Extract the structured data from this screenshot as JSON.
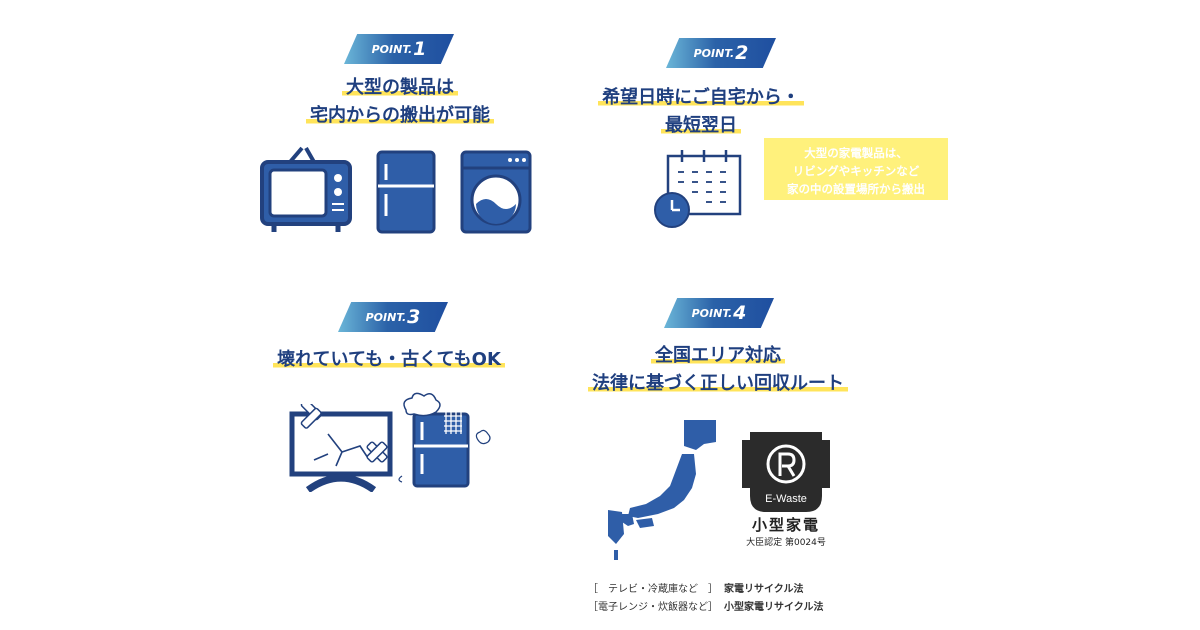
{
  "points": [
    {
      "label": "POINT.",
      "number": "1",
      "lines": [
        "大型の製品は",
        "宅内からの搬出が可能"
      ]
    },
    {
      "label": "POINT.",
      "number": "2",
      "lines": [
        "希望日時にご自宅から・",
        "最短翌日"
      ]
    },
    {
      "label": "POINT.",
      "number": "3",
      "lines": [
        "壊れていても・古くてもOK"
      ]
    },
    {
      "label": "POINT.",
      "number": "4",
      "lines": [
        "全国エリア対応",
        "法律に基づく正しい回収ルート"
      ]
    }
  ],
  "note": {
    "lines": [
      "大型の家電製品は、",
      "リビングやキッチンなど",
      "家の中の設置場所から搬出"
    ]
  },
  "logo": {
    "brand": "E-Waste",
    "title": "小型家電",
    "subtitle": "大臣認定 第0024号"
  },
  "laws": [
    {
      "items": "［　テレビ・冷蔵庫など　］",
      "name": "家電リサイクル法"
    },
    {
      "items": "［電子レンジ・炊飯器など］",
      "name": "小型家電リサイクル法"
    }
  ],
  "colors": {
    "navy": "#22417e",
    "highlight": "#ffe45a",
    "note_bg": "#fff17c",
    "white": "#ffffff"
  }
}
